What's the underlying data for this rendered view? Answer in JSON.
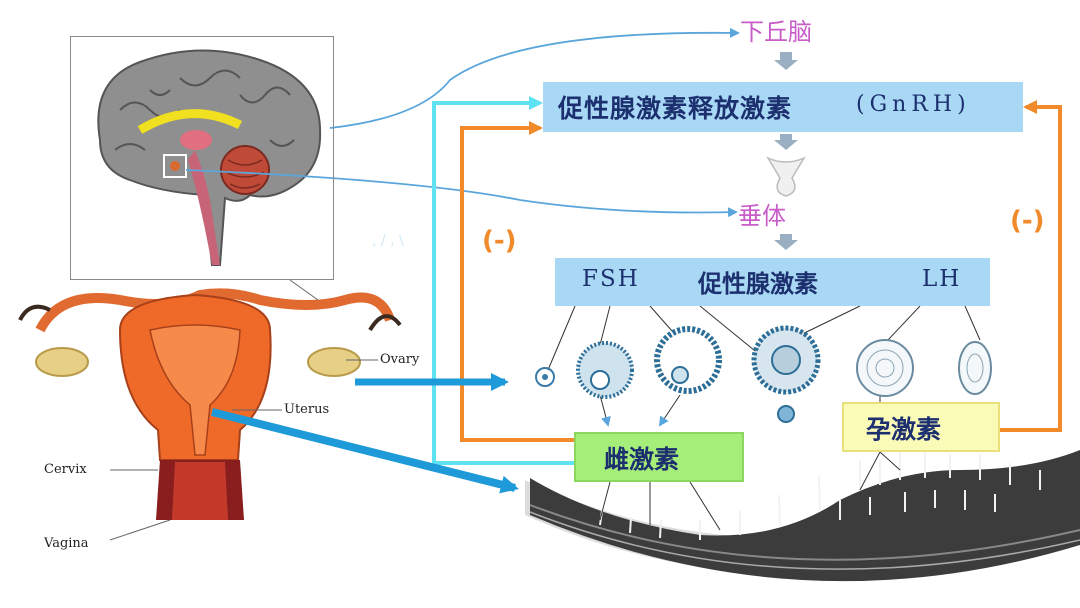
{
  "hypothalamus": "下丘脑",
  "gnrh": {
    "label": "促性腺激素释放激素",
    "abbr": "(GnRH)"
  },
  "pituitary": "垂体",
  "gonadotropin": {
    "fsh": "FSH",
    "label": "促性腺激素",
    "lh": "LH"
  },
  "feedback": {
    "left": "(-)",
    "right": "(-)"
  },
  "estrogen": "雌激素",
  "progesterone": "孕激素",
  "anatomy": {
    "ovary": "Ovary",
    "uterus": "Uterus",
    "cervix": "Cervix",
    "vagina": "Vagina"
  },
  "colors": {
    "orange": "#f08a2a",
    "cyan": "#5fe3f2",
    "blue_arrow": "#1f9ad8",
    "box_blue": "#a9d8f5",
    "estrogen_green": "#a6ee7a",
    "progesterone_yellow": "#fbfbb8",
    "label_purple": "#c85cc8"
  }
}
